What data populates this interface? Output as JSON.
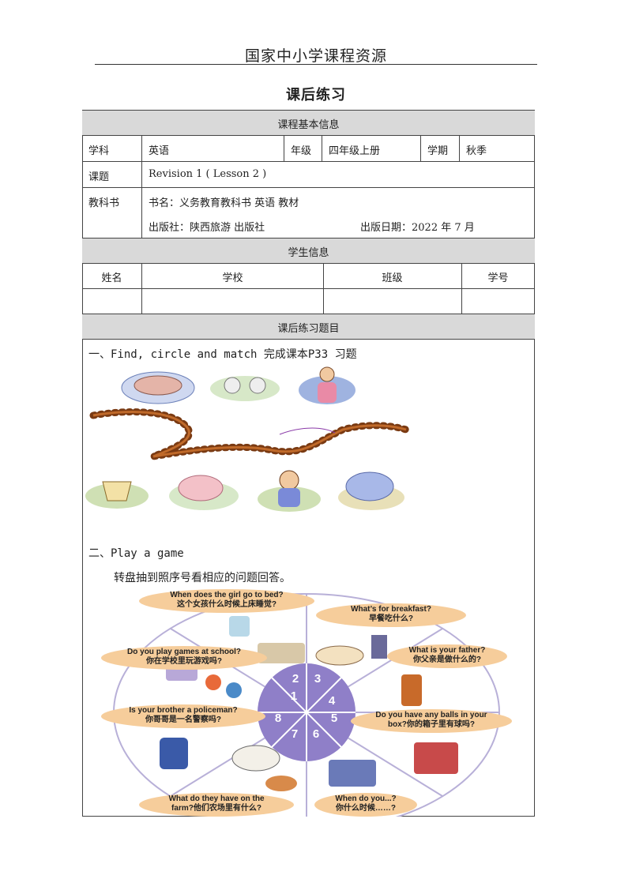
{
  "header": {
    "title": "国家中小学课程资源"
  },
  "doc_title": "课后练习",
  "course_info": {
    "section_title": "课程基本信息",
    "subject_label": "学科",
    "subject_value": "英语",
    "grade_label": "年级",
    "grade_value": "四年级上册",
    "term_label": "学期",
    "term_value": "秋季",
    "topic_label": "课题",
    "topic_value": "Revision 1 ( Lesson 2 )",
    "textbook_label": "教科书",
    "book_name": "书名：义务教育教科书  英语  教材",
    "publisher": "出版社：陕西旅游 出版社",
    "pub_date": "出版日期：2022 年 7 月"
  },
  "student_info": {
    "section_title": "学生信息",
    "columns": [
      "姓名",
      "学校",
      "班级",
      "学号"
    ]
  },
  "exercises": {
    "section_title": "课后练习题目",
    "q1_title": "一、Find, circle and match 完成课本P33 习题",
    "q2_title": "二、Play a game",
    "q2_instruction": "转盘抽到照序号看相应的问题回答。",
    "wheel_numbers": [
      "1",
      "2",
      "3",
      "4",
      "5",
      "6",
      "7",
      "8"
    ],
    "bubbles": [
      {
        "en": "When does the girl go to bed?",
        "zh": "这个女孩什么时候上床睡觉?"
      },
      {
        "en": "What’s for breakfast?",
        "zh": "早餐吃什么?"
      },
      {
        "en": "Do you play games at school?",
        "zh": "你在学校里玩游戏吗?"
      },
      {
        "en": "What is your father?",
        "zh": "你父亲是做什么的?"
      },
      {
        "en": "Is your brother a policeman?",
        "zh": "你哥哥是一名警察吗?"
      },
      {
        "en": "Do you have any balls in your",
        "zh": "box?你的箱子里有球吗?"
      },
      {
        "en": "What do they have on the",
        "zh": "farm?他们农场里有什么?"
      },
      {
        "en": "When do you...?",
        "zh": "你什么时候……?"
      }
    ]
  }
}
